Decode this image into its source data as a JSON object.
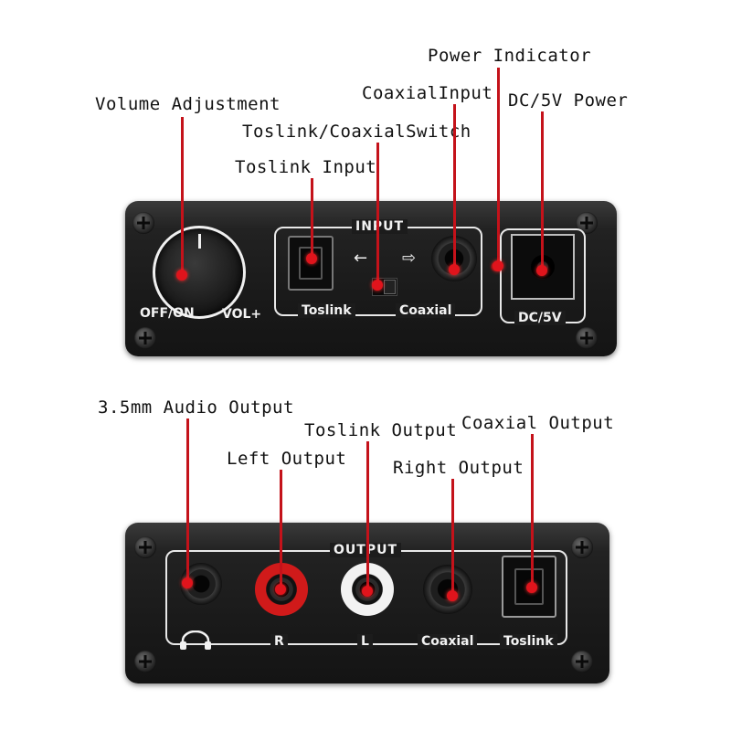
{
  "callouts": {
    "power_indicator": "Power Indicator",
    "coaxial_input": "CoaxialInput",
    "dc_power": "DC/5V Power",
    "volume_adjustment": "Volume Adjustment",
    "switch": "Toslink/CoaxialSwitch",
    "toslink_input": "Toslink Input",
    "audio_output": "3.5mm Audio Output",
    "toslink_output": "Toslink Output",
    "coaxial_output": "Coaxial Output",
    "left_output": "Left Output",
    "right_output": "Right Output"
  },
  "top_panel": {
    "input_label": "INPUT",
    "off_on": "OFF/ON",
    "vol_plus": "VOL+",
    "toslink": "Toslink",
    "coaxial": "Coaxial",
    "dc_label": "DC/5V",
    "arrow_left": "←",
    "arrow_right": "⇨"
  },
  "bottom_panel": {
    "output_label": "OUTPUT",
    "r": "R",
    "l": "L",
    "coaxial": "Coaxial",
    "toslink": "Toslink"
  },
  "colors": {
    "leader": "#c4121a",
    "panel": "#1a1a1a",
    "silkscreen": "#f2f2f2",
    "rca_red": "#d01a1a",
    "rca_white": "#f2f2f2"
  }
}
